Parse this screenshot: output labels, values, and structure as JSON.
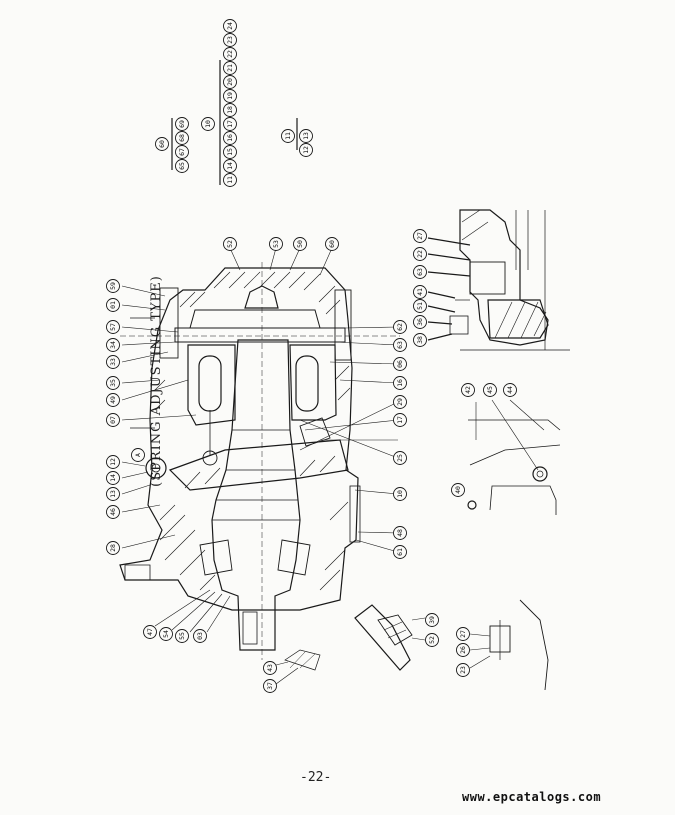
{
  "document": {
    "heading": "(SPRING ADJUSTING TYPE)",
    "page_number": "-22-",
    "watermark": "www.epcatalogs.com",
    "line_color": "#1a1a1a",
    "paper_color": "#fbfbf9"
  },
  "top_groups": {
    "group_a": {
      "parent": "60",
      "children": [
        "65",
        "67",
        "68",
        "69"
      ]
    },
    "group_b": {
      "parent": "10",
      "children": [
        "11",
        "14",
        "15",
        "16",
        "17",
        "18",
        "19",
        "20",
        "21",
        "22",
        "23",
        "24"
      ]
    },
    "group_c": {
      "parent": "11",
      "children": [
        "12",
        "13"
      ]
    }
  },
  "callouts": [
    "59",
    "01",
    "57",
    "34",
    "33",
    "35",
    "49",
    "07",
    "12",
    "A",
    "14",
    "13",
    "46",
    "28",
    "47",
    "54",
    "55",
    "03",
    "43",
    "37",
    "52",
    "53",
    "50",
    "60",
    "62",
    "63",
    "06",
    "16",
    "29",
    "17",
    "25",
    "10",
    "48",
    "61",
    "27",
    "22",
    "63",
    "41",
    "51",
    "36",
    "38",
    "42",
    "45",
    "44",
    "40",
    "39",
    "52",
    "27",
    "26",
    "23"
  ]
}
